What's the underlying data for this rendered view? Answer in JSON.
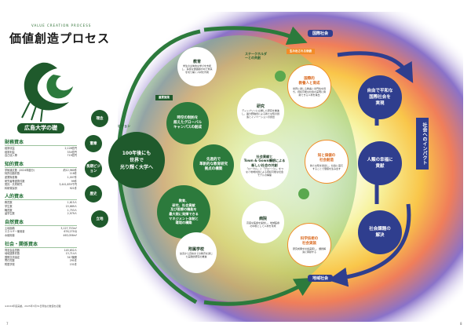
{
  "header": {
    "title": "価値創造プロセス",
    "subtitle": "VALUE CREATION PROCESS"
  },
  "sidebar": {
    "heading": "広島大学の礎",
    "blocks": [
      {
        "title": "財務資本",
        "rows": [
          [
            "経常収益",
            "2,128億円"
          ],
          [
            "経常利益",
            "334億円"
          ],
          [
            "自己収入等",
            "719億円"
          ]
        ]
      },
      {
        "title": "知的資本",
        "rows": [
          [
            "学術論文数（2024年度分）",
            "約12,960件"
          ],
          [
            "特許出願件数",
            "118件"
          ],
          [
            "産業財産権",
            "1,007件"
          ],
          [
            "研究者等連携件数",
            "99件"
          ],
          [
            "受託・共同研究",
            "3,441,835千円"
          ],
          [
            "科研費採択",
            "921件"
          ]
        ]
      },
      {
        "title": "人的資本",
        "rows": [
          [
            "教員数",
            "1,615人"
          ],
          [
            "学生数",
            "15,689人"
          ],
          [
            "職員数",
            "1,753人"
          ],
          [
            "留学生数",
            "2,979人"
          ]
        ]
      },
      {
        "title": "自然資本",
        "rows": [
          [
            "土地面積",
            "3,127,753m²"
          ],
          [
            "エネルギー使用量",
            "676,275GJ"
          ],
          [
            "水使用量",
            "463,056m³"
          ]
        ]
      },
      {
        "title": "社会・関係資本",
        "rows": [
          [
            "同窓会会員数",
            "145,652人"
          ],
          [
            "地域連携件数",
            "13,714人"
          ],
          [
            "国際交流協定",
            "347機関"
          ],
          [
            "寄付件数",
            "291件"
          ],
          [
            "附属学校",
            "151件"
          ]
        ]
      }
    ],
    "footnote": "※2024年度実績。2025年3月31日現在の数値を記載"
  },
  "left_pillars": [
    "理念",
    "憲章",
    "長期ビジョン",
    "歴史",
    "立地"
  ],
  "vision_label": "ビジョン",
  "core_circle": "100年後にも\n世界で\n光り輝く大学へ",
  "strategy_tag": "重要施策",
  "strategies": [
    "時空の制約を\n超えたグローバル\nキャンパスの創成",
    "先進的で\n革新的な教育研究\n拠点の構築",
    "教育、\n研究、社会貢献\n及び医療の機能を\n最大限に発揮できる\nマネジメント体制と\n環境の構築"
  ],
  "ring": [
    {
      "title": "教育",
      "desc": "学生の主体的な学びを支援し、多様な価値観の中で未来を切り開く人材を育成"
    },
    {
      "title": "研究",
      "desc": "ディシプリンに立脚した研究を推進し、異分野融合による新たな知の創造とイノベーションの創出"
    },
    {
      "title": "社会貢献と\nTown & Gown構想による\n新しい社会の共創",
      "desc": "「ローカル」と「グローバル」をつなぐ地域共創による持続可能な社会モデルの構築"
    },
    {
      "title": "病院",
      "desc": "高度な医療を提供し、地域医療の中核として人材を育成"
    },
    {
      "title": "附属学校",
      "desc": "幼児から高校までの教育を通じた実践的研究の推進"
    }
  ],
  "stakeholder_label": "ステークホルダーとの共創",
  "outcomes_header": "生み出される価値",
  "outcomes": [
    {
      "title": "国際的\n教養人と育成",
      "desc": "世界に通じる教養と専門性を持ち、持続可能な社会の実現に貢献できる人材を輩出"
    },
    {
      "title": "知と価値の\n社会創造",
      "desc": "新たな知を創出し、社会に還元することで価値を生み出す"
    },
    {
      "title": "科学技術の\n社会実装",
      "desc": "研究成果を社会実装し、課題解決に貢献する"
    }
  ],
  "impacts": [
    {
      "label": "自由で平和な\n国際社会を\n実現"
    },
    {
      "label": "人類の幸福に\n貢献"
    },
    {
      "label": "社会課題の\n解決"
    }
  ],
  "top_tag": "国際社会",
  "bottom_tag": "地域社会",
  "right_label": "社会へのインパクト",
  "page_left": "7",
  "page_right": "8",
  "colors": {
    "dark_green": "#1f5a2c",
    "green": "#2c7a3c",
    "navy": "#2f3e8e",
    "orange": "#f28c28"
  }
}
